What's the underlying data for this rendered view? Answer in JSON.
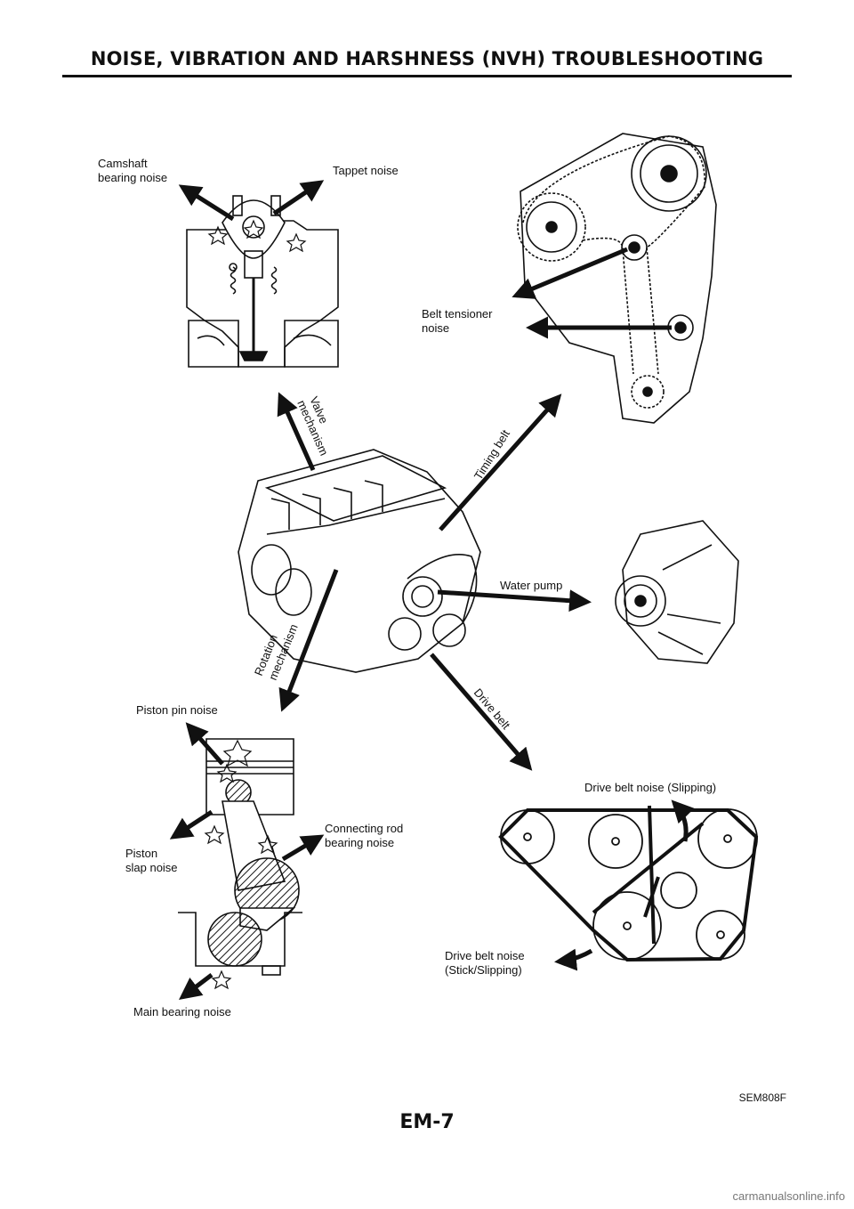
{
  "header": {
    "title": "NOISE, VIBRATION AND HARSHNESS (NVH) TROUBLESHOOTING"
  },
  "figure": {
    "labels": {
      "camshaft_line1": "Camshaft",
      "camshaft_line2": "bearing noise",
      "tappet": "Tappet noise",
      "belt_tensioner_line1": "Belt tensioner",
      "belt_tensioner_line2": "noise",
      "valve_line1": "Valve",
      "valve_line2": "mechanism",
      "timing_belt": "Timing belt",
      "water_pump": "Water pump",
      "rotation_line1": "Rotation",
      "rotation_line2": "mechanism",
      "drive_belt": "Drive belt",
      "piston_pin": "Piston pin noise",
      "piston_slap_line1": "Piston",
      "piston_slap_line2": "slap noise",
      "conrod_line1": "Connecting rod",
      "conrod_line2": "bearing noise",
      "main_bearing": "Main bearing noise",
      "drive_belt_slipping": "Drive belt noise (Slipping)",
      "drive_belt_stick_line1": "Drive belt noise",
      "drive_belt_stick_line2": "(Stick/Slipping)"
    },
    "code": "SEM808F"
  },
  "footer": {
    "page_number": "EM-7",
    "watermark": "carmanualsonline.info"
  }
}
